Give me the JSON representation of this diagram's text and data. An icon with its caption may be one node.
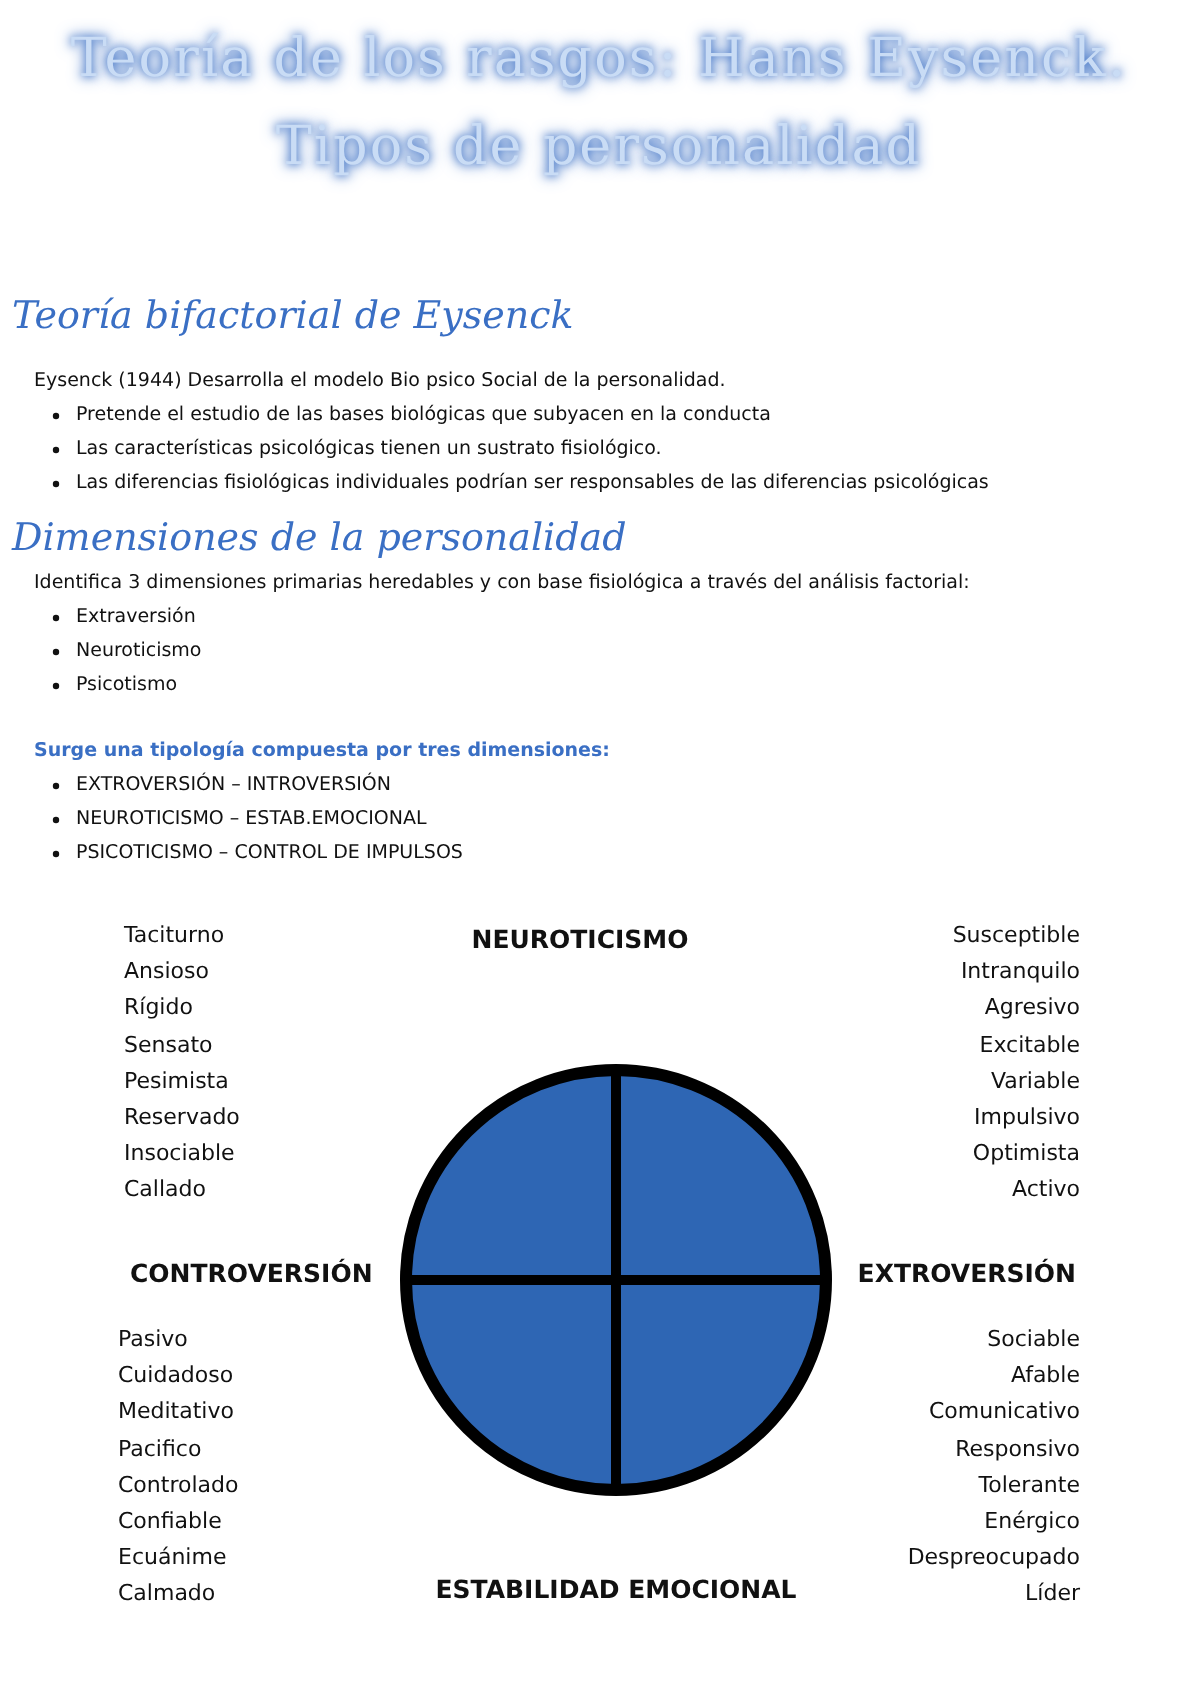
{
  "diagram": {
    "title": "Teoría de los rasgos: Hans Eysenck. Tipos de personalidad",
    "labels": [
      "Teoría bifactorial de Eysenck",
      "Eysenck (1944) Desarrolla el modelo Bio psico Social de la personalidad.",
      "Pretende el estudio de las bases biológicas que subyacen en la conducta",
      "Las características psicológicas tienen un sustrato fisiológico.",
      "Las diferencias fisiológicas individuales podrían ser responsables de las diferencias psicológicas",
      "Dimensiones de la personalidad",
      "Identifica 3 dimensiones primarias heredables y con base fisiológica a través del análisis factorial:",
      "Extraversión",
      "Neuroticismo",
      "Psicotismo",
      "Surge una tipología compuesta por tres dimensiones:",
      "EXTROVERSIÓN – INTROVERSIÓN",
      "NEUROTICISMO – ESTAB.EMOCIONAL",
      "PSICOTICISMO – CONTROL DE IMPULSOS",
      "NEUROTICISMO",
      "Taciturno",
      "Ansioso",
      "Rígido",
      "Sensato",
      "Pesimista",
      "Reservado",
      "Insociable",
      "Callado",
      "Susceptible",
      "Intranquilo",
      "Agresivo",
      "Excitable",
      "Variable",
      "Impulsivo",
      "Optimista",
      "Activo",
      "CONTROVERSIÓN",
      "EXTROVERSIÓN",
      "Pasivo",
      "Cuidadoso",
      "Meditativo",
      "Pacifico",
      "Controlado",
      "Confiable",
      "Ecuánime",
      "Calmado",
      "Sociable",
      "Afable",
      "Comunicativo",
      "Responsivo",
      "Tolerante",
      "Enérgico",
      "Despreocupado",
      "Líder",
      "ESTABILIDAD EMOCIONAL"
    ]
  }
}
